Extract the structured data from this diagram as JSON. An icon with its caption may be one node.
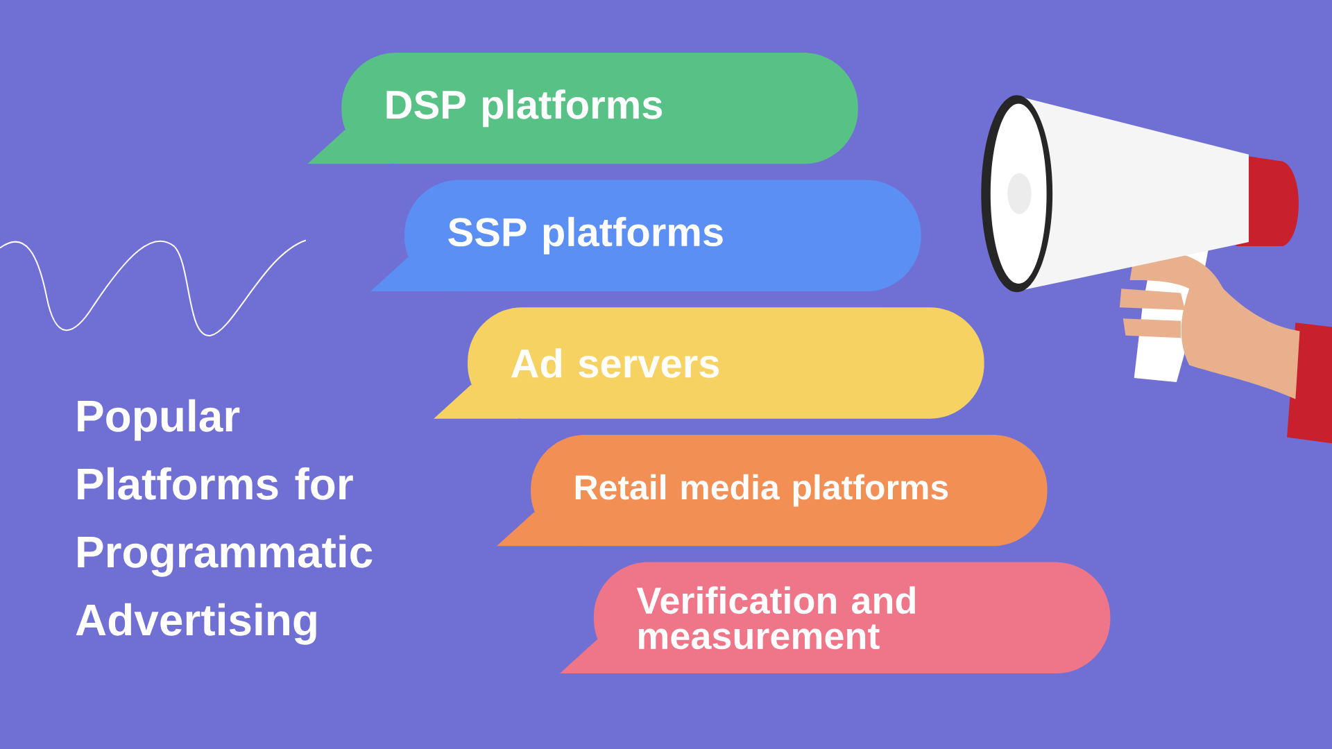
{
  "diagram": {
    "title": "Popular Platforms for Programmatic Advertising",
    "nodes": [
      {
        "text": [
          "DSP platforms"
        ]
      },
      {
        "text": [
          "SSP platforms"
        ]
      },
      {
        "text": [
          "Ad servers"
        ]
      },
      {
        "text": [
          "Retail media platforms"
        ]
      },
      {
        "text": [
          "Verification and measurement"
        ]
      }
    ]
  }
}
